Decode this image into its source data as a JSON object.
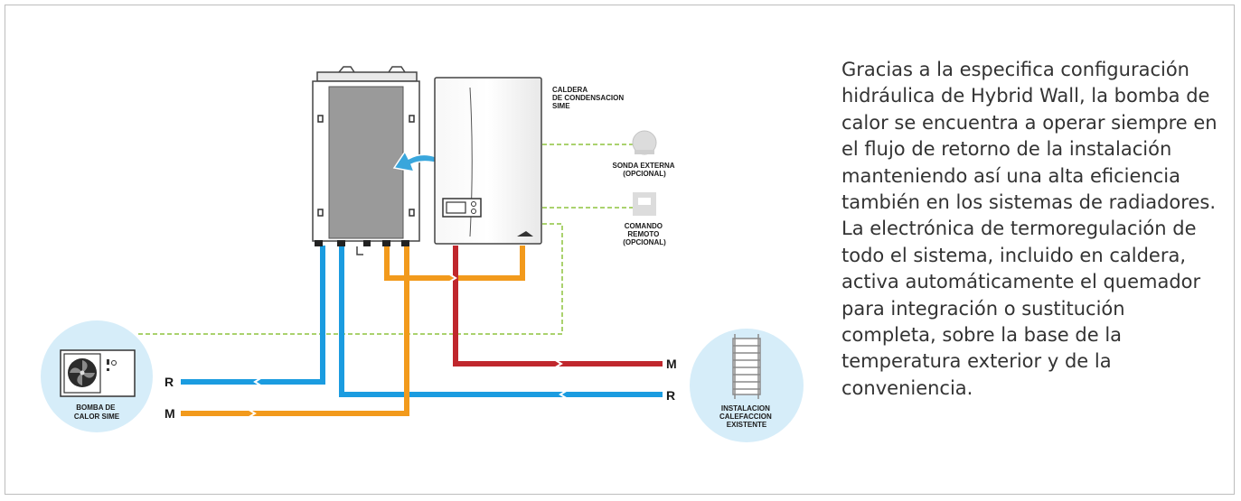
{
  "labels": {
    "caldera": [
      "CALDERA",
      "DE CONDENSACION",
      "SIME"
    ],
    "sonda": [
      "SONDA EXTERNA",
      "(OPCIONAL)"
    ],
    "comando": [
      "COMANDO",
      "REMOTO",
      "(OPCIONAL)"
    ],
    "bomba": [
      "BOMBA DE",
      "CALOR SIME"
    ],
    "instalacion": [
      "INSTALACION",
      "CALEFACCION",
      "EXISTENTE"
    ],
    "r_left": "R",
    "m_left": "M",
    "m_right": "M",
    "r_right": "R"
  },
  "description": {
    "paragraph1": "Gracias a la especifica configuración hidráulica de Hybrid Wall, la bomba de calor se encuentra a operar siempre en el flujo de retorno de la instalación manteniendo así una alta eficiencia también en los sistemas de radiadores.",
    "paragraph2": "La electrónica de termoregulación de todo el sistema, incluido en caldera, activa automáticamente el quemador para integración o sustitución completa, sobre la base de la temperatura exterior y de la conveniencia."
  },
  "colors": {
    "return_pipe": "#1b9ce0",
    "flow_pipe": "#f29a1c",
    "hot_pipe": "#c0272d",
    "control_line": "#8dc43f",
    "unit_panel": "#9a9a9a",
    "circle_bg": "#d6edf9",
    "arrow": "#39a6dc"
  },
  "icons": {
    "arrow": "curved-arrow-icon",
    "sonda": "external-sensor-icon",
    "comando": "remote-control-icon",
    "fan": "fan-icon",
    "radiator": "radiator-icon"
  }
}
